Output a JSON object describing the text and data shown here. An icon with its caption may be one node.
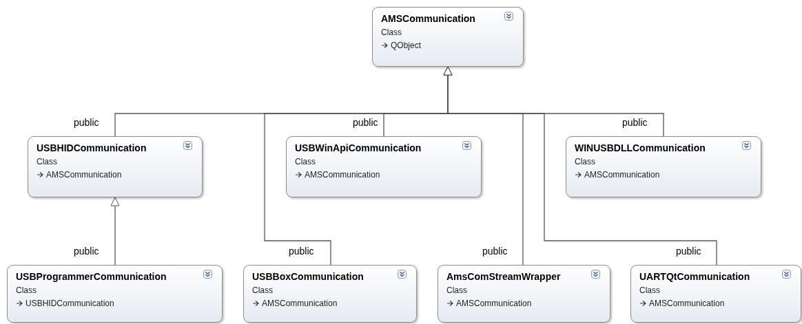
{
  "diagram": {
    "nodes": [
      {
        "text": [
          "AMSCommunication",
          "Class",
          "QObject"
        ]
      },
      {
        "text": [
          "USBHIDCommunication",
          "Class",
          "AMSCommunication"
        ]
      },
      {
        "text": [
          "USBWinApiCommunication",
          "Class",
          "AMSCommunication"
        ]
      },
      {
        "text": [
          "WINUSBDLLCommunication",
          "Class",
          "AMSCommunication"
        ]
      },
      {
        "text": [
          "USBProgrammerCommunication",
          "Class",
          "USBHIDCommunication"
        ]
      },
      {
        "text": [
          "USBBoxCommunication",
          "Class",
          "AMSCommunication"
        ]
      },
      {
        "text": [
          "AmsComStreamWrapper",
          "Class",
          "AMSCommunication"
        ]
      },
      {
        "text": [
          "UARTQtCommunication",
          "Class",
          "AMSCommunication"
        ]
      }
    ],
    "edges": [
      {
        "from": 1,
        "to": 0,
        "arrow": "to",
        "label": "public"
      },
      {
        "from": 5,
        "to": 0,
        "arrow": "to",
        "label": "public"
      },
      {
        "from": 2,
        "to": 0,
        "arrow": "to",
        "label": "public"
      },
      {
        "from": 6,
        "to": 0,
        "arrow": "to",
        "label": "public"
      },
      {
        "from": 7,
        "to": 0,
        "arrow": "to",
        "label": "public"
      },
      {
        "from": 3,
        "to": 0,
        "arrow": "to",
        "label": "public"
      },
      {
        "from": 4,
        "to": 1,
        "arrow": "to",
        "label": "public"
      }
    ]
  }
}
